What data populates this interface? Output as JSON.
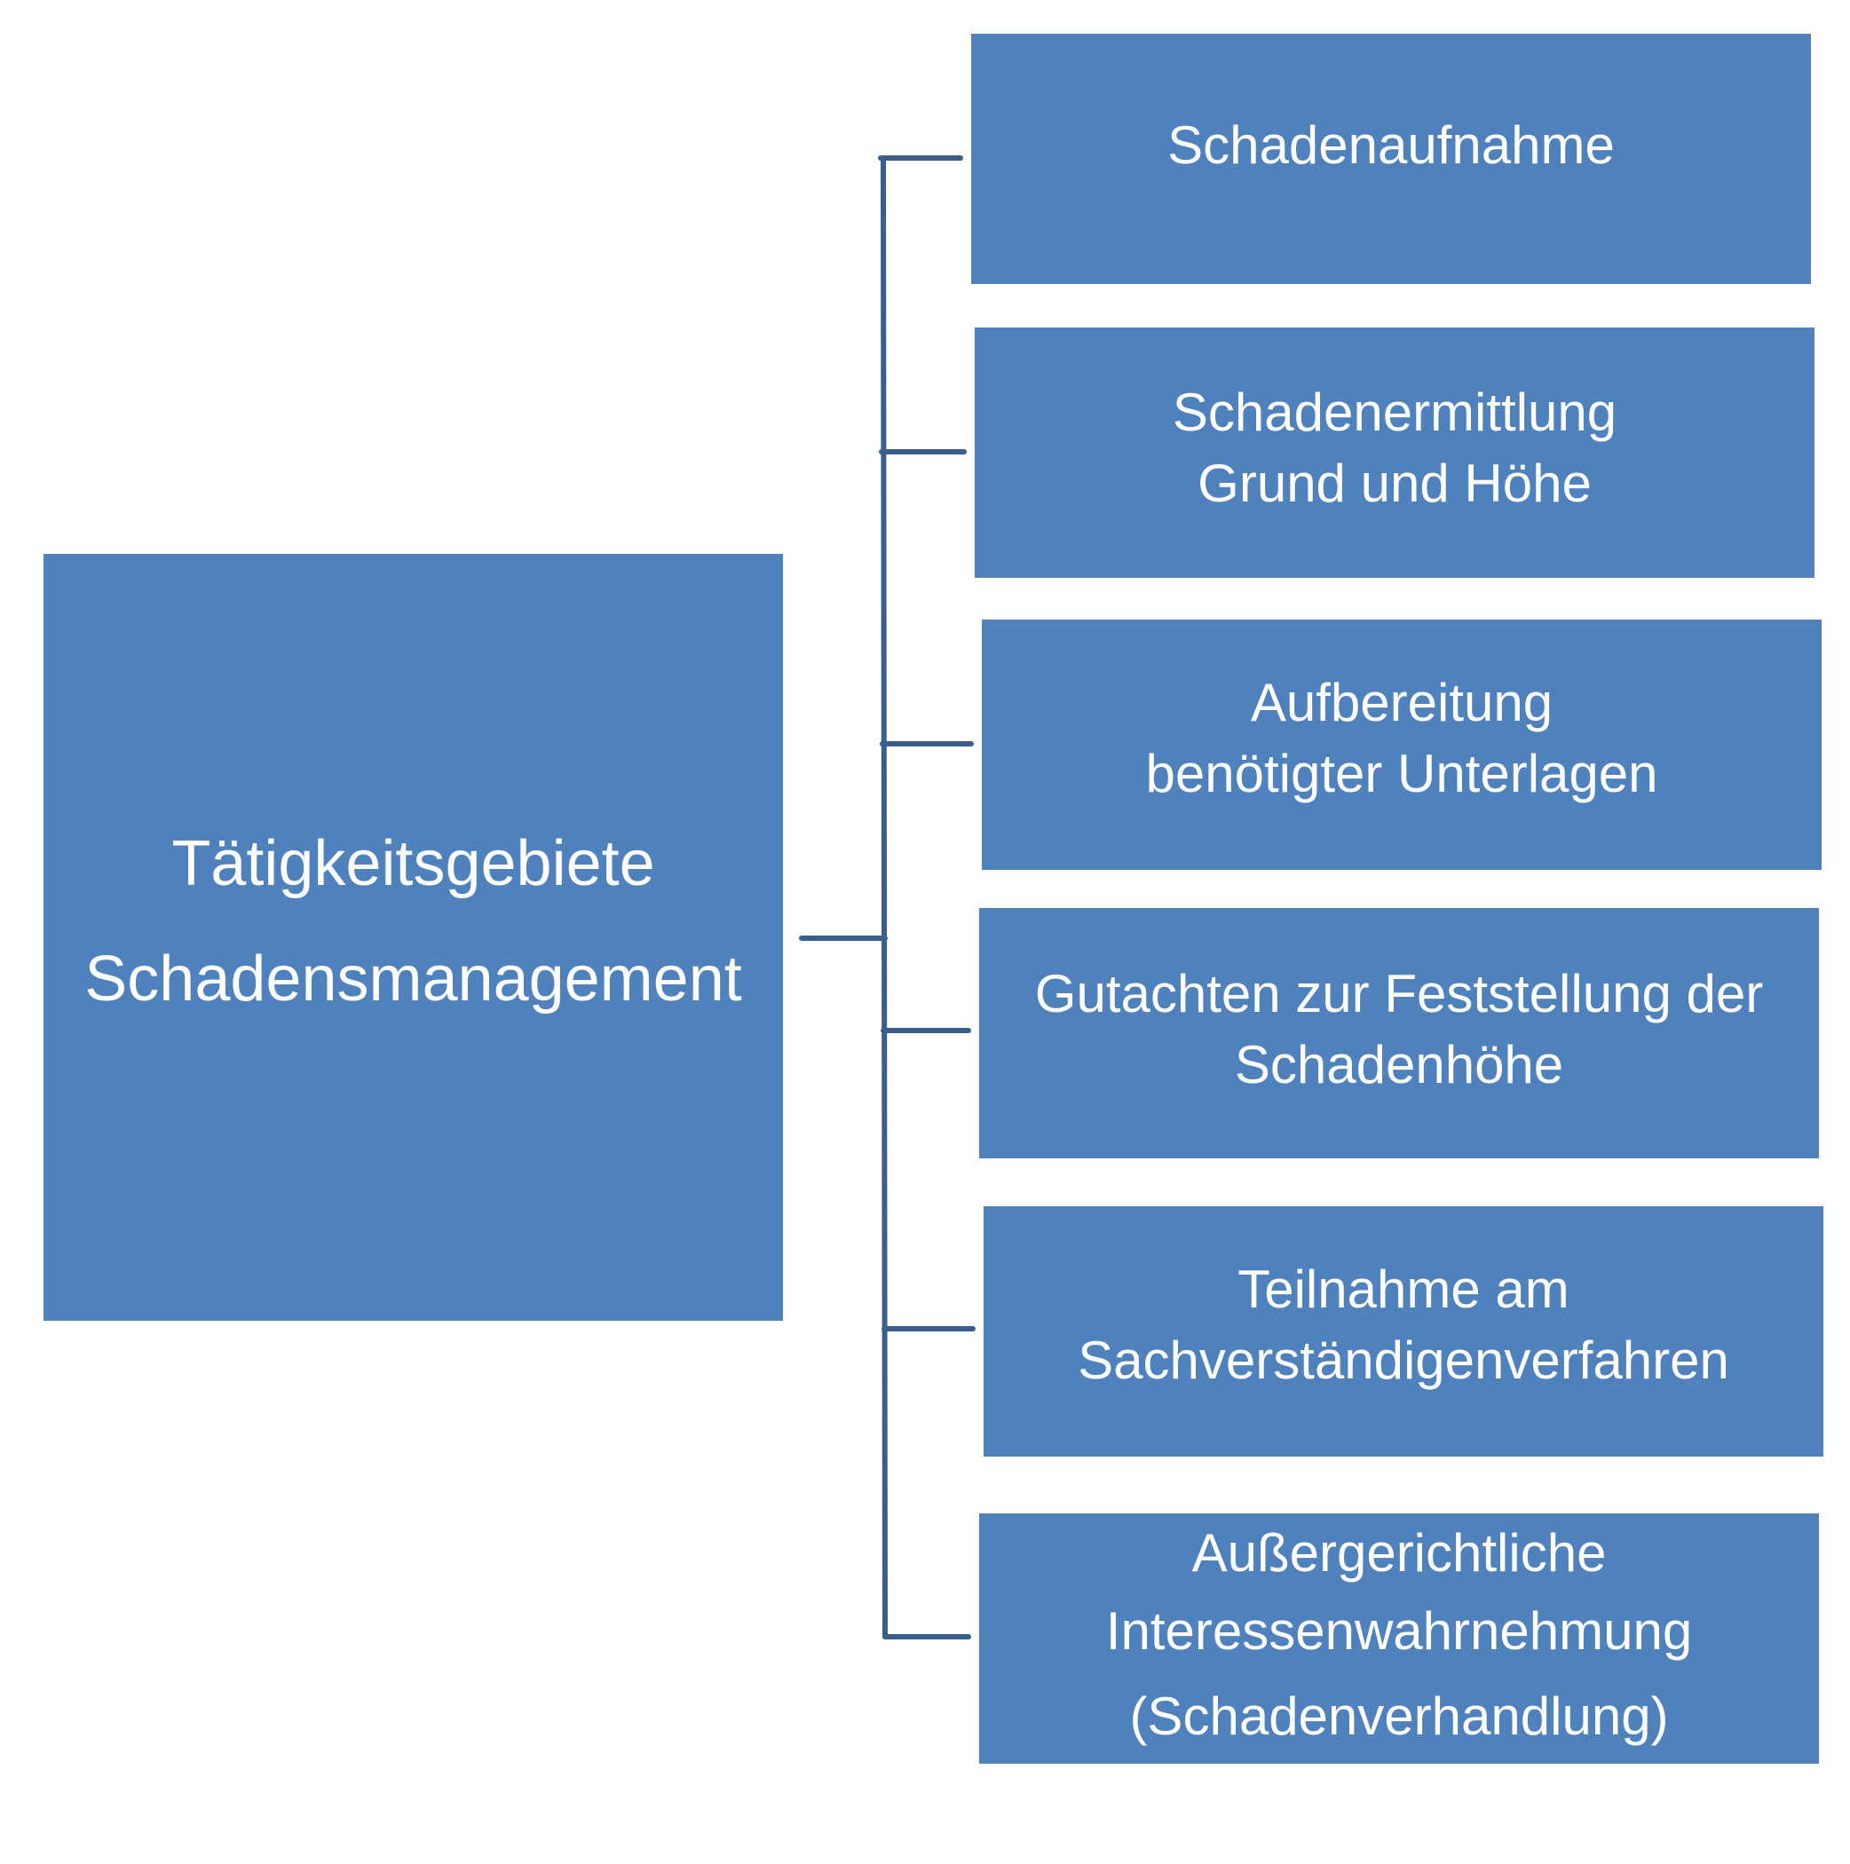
{
  "diagram": {
    "root": {
      "lines": [
        "Tätigkeitsgebiete",
        "Schadensmanagement"
      ]
    },
    "children": [
      {
        "lines": [
          "Schadenaufnahme"
        ]
      },
      {
        "lines": [
          "Schadenermittlung",
          "Grund und Höhe"
        ]
      },
      {
        "lines": [
          "Aufbereitung",
          "benötigter Unterlagen"
        ]
      },
      {
        "lines": [
          "Gutachten zur Feststellung der",
          "Schadenhöhe"
        ]
      },
      {
        "lines": [
          "Teilnahme am",
          "Sachverständigenverfahren"
        ]
      },
      {
        "lines": [
          "Außergerichtliche",
          "Interessenwahrnehmung",
          "(Schadenverhandlung)"
        ]
      }
    ]
  },
  "colors": {
    "box_fill": "#4f81bd",
    "connector": "#3a5f8c",
    "text": "#ffffff",
    "background": "#ffffff"
  }
}
